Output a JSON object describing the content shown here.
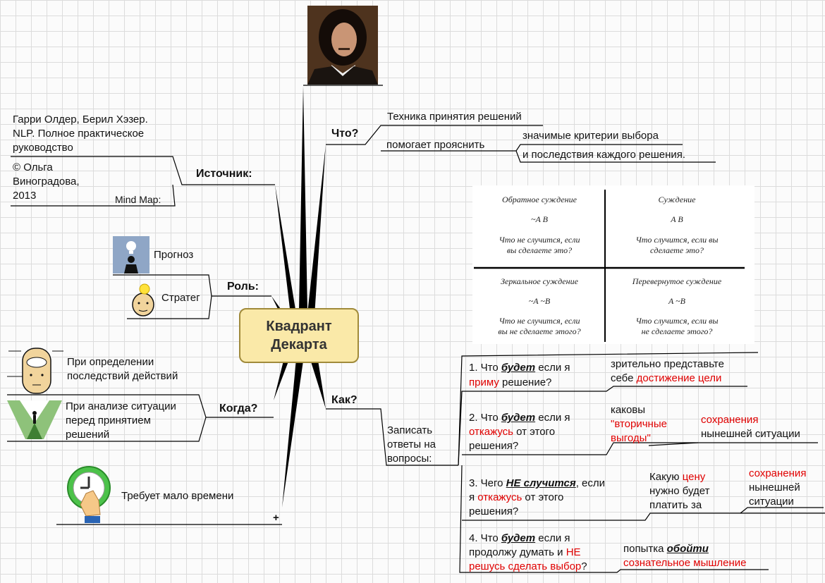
{
  "central": {
    "line1": "Квадрант",
    "line2": "Декарта"
  },
  "source": {
    "label": "Источник:",
    "book_l1": "Гарри Олдер, Берил Хэзер.",
    "book_l2": "NLP. Полное практическое",
    "book_l3": "руководство",
    "author_l1": "© Ольга",
    "author_l2": "Виноградова,",
    "author_l3": "2013",
    "mindmap": "Mind Map:"
  },
  "role": {
    "label": "Роль:",
    "item1": "Прогноз",
    "item2": "Стратег"
  },
  "when": {
    "label": "Когда?",
    "item1_l1": "При определении",
    "item1_l2": "последствий действий",
    "item2_l1": "При анализе ситуации",
    "item2_l2": "перед принятием",
    "item2_l3": "решений"
  },
  "time": {
    "label": "Требует мало времени",
    "plus": "+"
  },
  "what": {
    "label": "Что?",
    "item1": "Техника принятия решений",
    "item2": "помогает прояснить",
    "sub1": "значимые критерии выбора",
    "sub2": "и последствия каждого решения."
  },
  "quadrant": {
    "q1_title": "Обратное суждение",
    "q1_formula": "~A B",
    "q1_q1": "Что не случится, если",
    "q1_q2": "вы сделаете это?",
    "q2_title": "Суждение",
    "q2_formula": "A B",
    "q2_q1": "Что случится, если вы",
    "q2_q2": "сделаете это?",
    "q3_title": "Зеркальное суждение",
    "q3_formula": "~A ~B",
    "q3_q1": "Что не случится, если",
    "q3_q2": "вы не сделаете этого?",
    "q4_title": "Перевернутое суждение",
    "q4_formula": "A ~B",
    "q4_q1": "Что случится, если вы",
    "q4_q2": "не сделаете этого?"
  },
  "how": {
    "label": "Как?",
    "write_l1": "Записать",
    "write_l2": "ответы на",
    "write_l3": "вопросы:",
    "q1": {
      "a": "1. Что ",
      "b": "будет",
      "c": " если я",
      "d": "приму",
      "e": " решение?"
    },
    "q1_ans": {
      "l1": "зрительно представьте",
      "l2a": "себе ",
      "l2b": "достижение цели"
    },
    "q2": {
      "a": "2. Что ",
      "b": "будет",
      "c": " если я",
      "d": "откажусь",
      "e": " от этого",
      "f": "решения?"
    },
    "q2_ans": {
      "l1": "каковы",
      "l2": "\"вторичные",
      "l3": "выгоды\""
    },
    "q2_ans2": {
      "l1": "сохранения",
      "l2": "нынешней ситуации"
    },
    "q3": {
      "a": "3. Чего ",
      "b": "НЕ случится",
      "c": ", если",
      "d": "я ",
      "e": "откажусь",
      "f": " от этого",
      "g": "решения?"
    },
    "q3_ans": {
      "l1a": "Какую ",
      "l1b": "цену",
      "l2": "нужно  будет",
      "l3": "платить  за"
    },
    "q3_ans2": {
      "l1": "сохранения",
      "l2": "нынешней",
      "l3": "ситуации"
    },
    "q4": {
      "a": "4. Что ",
      "b": "будет",
      "c": " если я",
      "d": "продолжу думать и ",
      "e": "НЕ",
      "f": "решусь сделать выбор",
      "g": "?"
    },
    "q4_ans": {
      "l1a": "попытка  ",
      "l1b": "обойти",
      "l2": "сознательное  мышление"
    }
  }
}
